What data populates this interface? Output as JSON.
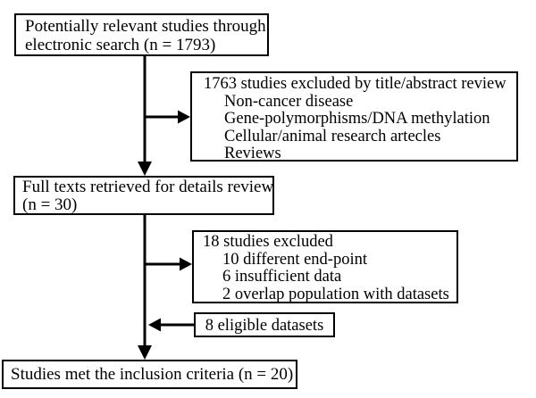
{
  "colors": {
    "background": "#ffffff",
    "box_border": "#000000",
    "text": "#000000",
    "arrow": "#000000"
  },
  "boxes": {
    "initial": {
      "lines": [
        "Potentially relevant studies through",
        "electronic search (n = 1793)"
      ]
    },
    "excluded_title_abstract": {
      "header": "1763 studies excluded by title/abstract review",
      "items": [
        "Non-cancer disease",
        "Gene-polymorphisms/DNA methylation",
        "Cellular/animal research artecles",
        "Reviews"
      ]
    },
    "full_text": {
      "lines": [
        "Full texts retrieved for details review",
        "(n = 30)"
      ]
    },
    "excluded_full_text": {
      "header": "18 studies excluded",
      "items": [
        "10 different end-point",
        "6 insufficient data",
        "2 overlap population with datasets"
      ]
    },
    "eligible": {
      "text": "8 eligible datasets"
    },
    "included": {
      "text": "Studies met the inclusion criteria (n = 20)"
    }
  }
}
